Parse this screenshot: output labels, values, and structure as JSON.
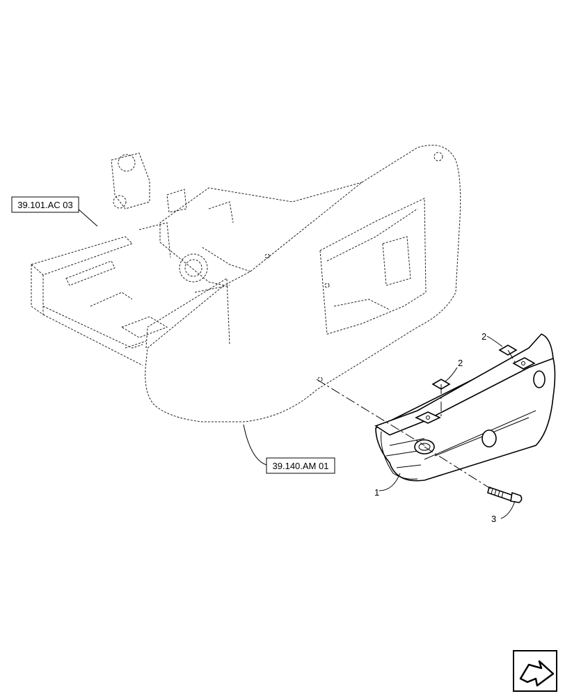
{
  "references": [
    {
      "id": "ref-frame",
      "label": "39.101.AC 03"
    },
    {
      "id": "ref-counterweight-body",
      "label": "39.140.AM 01"
    }
  ],
  "callouts": [
    {
      "id": "item-1",
      "label": "1"
    },
    {
      "id": "item-2a",
      "label": "2"
    },
    {
      "id": "item-2b",
      "label": "2"
    },
    {
      "id": "item-3",
      "label": "3"
    }
  ],
  "navigation": {
    "icon": "next-page-arrow-icon"
  }
}
